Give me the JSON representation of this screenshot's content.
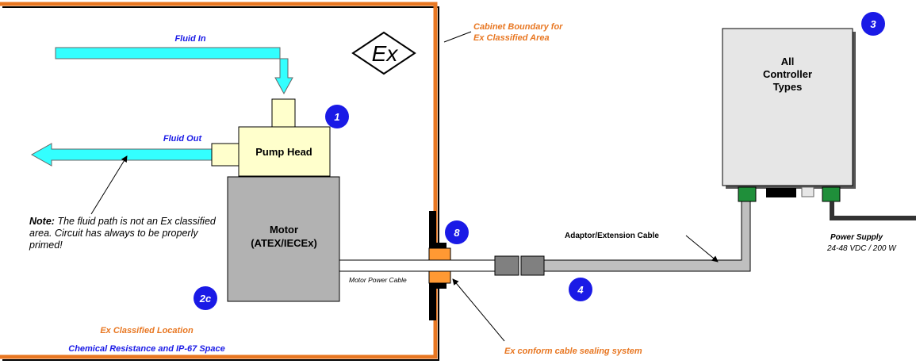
{
  "labels": {
    "fluid_in": "Fluid In",
    "fluid_out": "Fluid Out",
    "cabinet_line1": "Cabinet Boundary for",
    "cabinet_line2": "Ex Classified Area",
    "pump_head": "Pump Head",
    "motor_line1": "Motor",
    "motor_line2": "(ATEX/IECEx)",
    "motor_power_cable": "Motor Power Cable",
    "controller_line1": "All",
    "controller_line2": "Controller",
    "controller_line3": "Types",
    "adaptor_cable": "Adaptor/Extension Cable",
    "power_supply": "Power Supply",
    "power_spec": "24-48 VDC / 200 W",
    "ex_location": "Ex Classified Location",
    "chemical": "Chemical Resistance and IP-67 Space",
    "sealing": "Ex conform cable sealing system",
    "ex_symbol": "Ex"
  },
  "note": {
    "prefix": "Note:",
    "text": "The fluid path is not an Ex classified area. Circuit has always to be properly primed!"
  },
  "badges": [
    "1",
    "2c",
    "3",
    "4",
    "8"
  ],
  "colors": {
    "cabinet": "#e87722",
    "fluid": "#33ffff",
    "pump_head": "#ffffcc",
    "motor": "#b2b2b2",
    "controller": "#e6e6e6",
    "badge": "#1a1ae6",
    "connector_green": "#1f8f3a",
    "label_blue": "#1a1ae6",
    "label_orange": "#e87722"
  }
}
